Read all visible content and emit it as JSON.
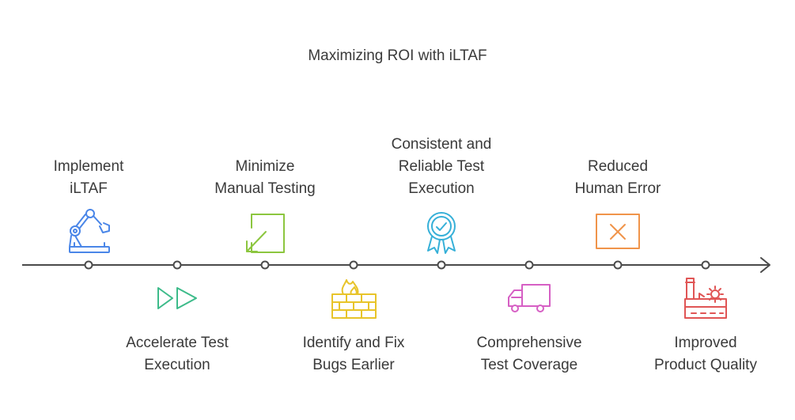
{
  "title": "Maximizing ROI with iLTAF",
  "steps": [
    {
      "lines": [
        "Implement",
        "iLTAF"
      ],
      "position": "above",
      "icon": "robotic-arm-icon",
      "color": "#4a86e8"
    },
    {
      "lines": [
        "Accelerate Test",
        "Execution"
      ],
      "position": "below",
      "icon": "fast-forward-icon",
      "color": "#3dbb8a"
    },
    {
      "lines": [
        "Minimize",
        "Manual Testing"
      ],
      "position": "above",
      "icon": "minimize-arrow-icon",
      "color": "#8cc63f"
    },
    {
      "lines": [
        "Identify and Fix",
        "Bugs Earlier"
      ],
      "position": "below",
      "icon": "firewall-icon",
      "color": "#e8c42a"
    },
    {
      "lines": [
        "Consistent and",
        "Reliable Test",
        "Execution"
      ],
      "position": "above",
      "icon": "verified-badge-icon",
      "color": "#36b0d8"
    },
    {
      "lines": [
        "Comprehensive",
        "Test Coverage"
      ],
      "position": "below",
      "icon": "delivery-truck-icon",
      "color": "#d65fc4"
    },
    {
      "lines": [
        "Reduced",
        "Human Error"
      ],
      "position": "above",
      "icon": "error-x-icon",
      "color": "#f0944a"
    },
    {
      "lines": [
        "Improved",
        "Product Quality"
      ],
      "position": "below",
      "icon": "factory-icon",
      "color": "#e05555"
    }
  ]
}
